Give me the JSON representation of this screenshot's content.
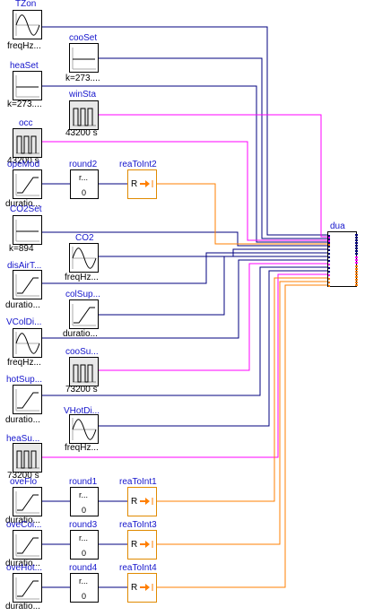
{
  "blocks": {
    "TZon": {
      "name": "TZon",
      "param": "freqHz..."
    },
    "cooSet": {
      "name": "cooSet",
      "param": "k=273...."
    },
    "heaSet": {
      "name": "heaSet",
      "param": "k=273...."
    },
    "winSta": {
      "name": "winSta",
      "param": "43200 s"
    },
    "occ": {
      "name": "occ",
      "param": "43200 s"
    },
    "opeMod": {
      "name": "opeMod",
      "param": "duratio..."
    },
    "round2": {
      "name": "round2",
      "inner_top": "r...",
      "inner_bottom": "0"
    },
    "reaToInt2": {
      "name": "reaToInt2",
      "inner": "R"
    },
    "CO2Set": {
      "name": "CO2Set",
      "param": "k=894"
    },
    "CO2": {
      "name": "CO2",
      "param": "freqHz..."
    },
    "disAirT": {
      "name": "disAirT...",
      "param": "duratio..."
    },
    "colSup": {
      "name": "colSup...",
      "param": "duratio..."
    },
    "VColDi": {
      "name": "VColDi...",
      "param": "freqHz..."
    },
    "cooSu": {
      "name": "cooSu...",
      "param": "73200 s"
    },
    "hotSup": {
      "name": "hotSup...",
      "param": "duratio..."
    },
    "VHotDi": {
      "name": "VHotDi...",
      "param": "freqHz..."
    },
    "heaSu": {
      "name": "heaSu...",
      "param": "73200 s"
    },
    "oveFlo": {
      "name": "oveFlo",
      "param": "duratio..."
    },
    "round1": {
      "name": "round1",
      "inner_top": "r...",
      "inner_bottom": "0"
    },
    "reaToInt1": {
      "name": "reaToInt1",
      "inner": "R"
    },
    "oveCoi": {
      "name": "oveCoi...",
      "param": "duratio..."
    },
    "round3": {
      "name": "round3",
      "inner_top": "r...",
      "inner_bottom": "0"
    },
    "reaToInt3": {
      "name": "reaToInt3",
      "inner": "R"
    },
    "oveHot": {
      "name": "oveHot...",
      "param": "duratio..."
    },
    "round4": {
      "name": "round4",
      "inner_top": "r...",
      "inner_bottom": "0"
    },
    "reaToInt4": {
      "name": "reaToInt4",
      "inner": "R"
    },
    "dua": {
      "name": "dua"
    }
  },
  "colors": {
    "real": "#00007f",
    "boolean": "#ff00ff",
    "integer": "#ff7f00",
    "label": "#1515cc"
  }
}
